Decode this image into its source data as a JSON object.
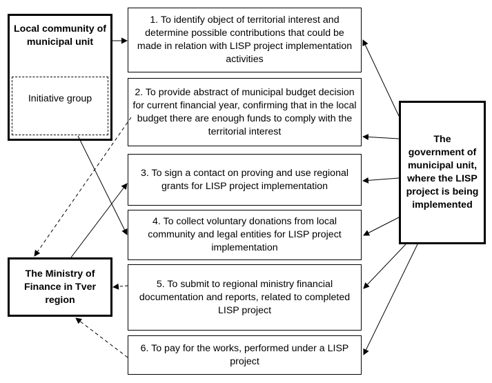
{
  "actors": {
    "local_community": "Local community of municipal unit",
    "initiative_group": "Initiative group",
    "ministry": "The Ministry of Finance in Tver region",
    "government": "The government of municipal unit, where the LISP project is being implemented"
  },
  "steps": [
    "1. To identify object of territorial interest and determine possible contributions that could be made in relation with LISP project implementation activities",
    "2. To provide abstract of municipal budget decision for current financial year, confirming that in the local budget there are enough funds to comply with the territorial interest",
    "3. To sign a contact on proving and use regional grants for LISP project implementation",
    "4. To collect voluntary donations from local community and legal entities for LISP project implementation",
    "5. To submit to regional ministry financial documentation and reports, related to completed LISP project",
    "6. To pay for the works, performed under a LISP project"
  ]
}
